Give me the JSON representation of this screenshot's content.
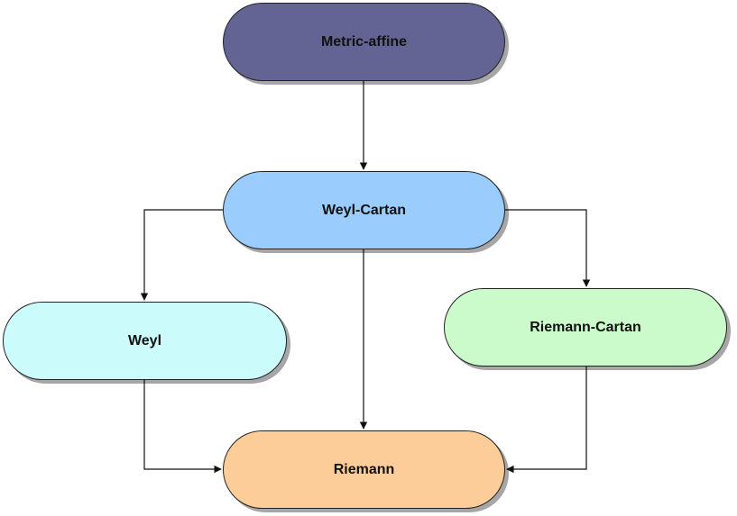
{
  "diagram": {
    "nodes": [
      {
        "id": "metric",
        "label": "Metric-affine",
        "color": "#636394"
      },
      {
        "id": "weylc",
        "label": "Weyl-Cartan",
        "color": "#9acdfd"
      },
      {
        "id": "weyl",
        "label": "Weyl",
        "color": "#cbfbfb"
      },
      {
        "id": "rc",
        "label": "Riemann-Cartan",
        "color": "#cbfbcb"
      },
      {
        "id": "riemann",
        "label": "Riemann",
        "color": "#fdcd99"
      }
    ],
    "edges": [
      {
        "from": "metric",
        "to": "weylc"
      },
      {
        "from": "weylc",
        "to": "weyl"
      },
      {
        "from": "weylc",
        "to": "rc"
      },
      {
        "from": "weylc",
        "to": "riemann"
      },
      {
        "from": "weyl",
        "to": "riemann"
      },
      {
        "from": "rc",
        "to": "riemann"
      }
    ]
  }
}
